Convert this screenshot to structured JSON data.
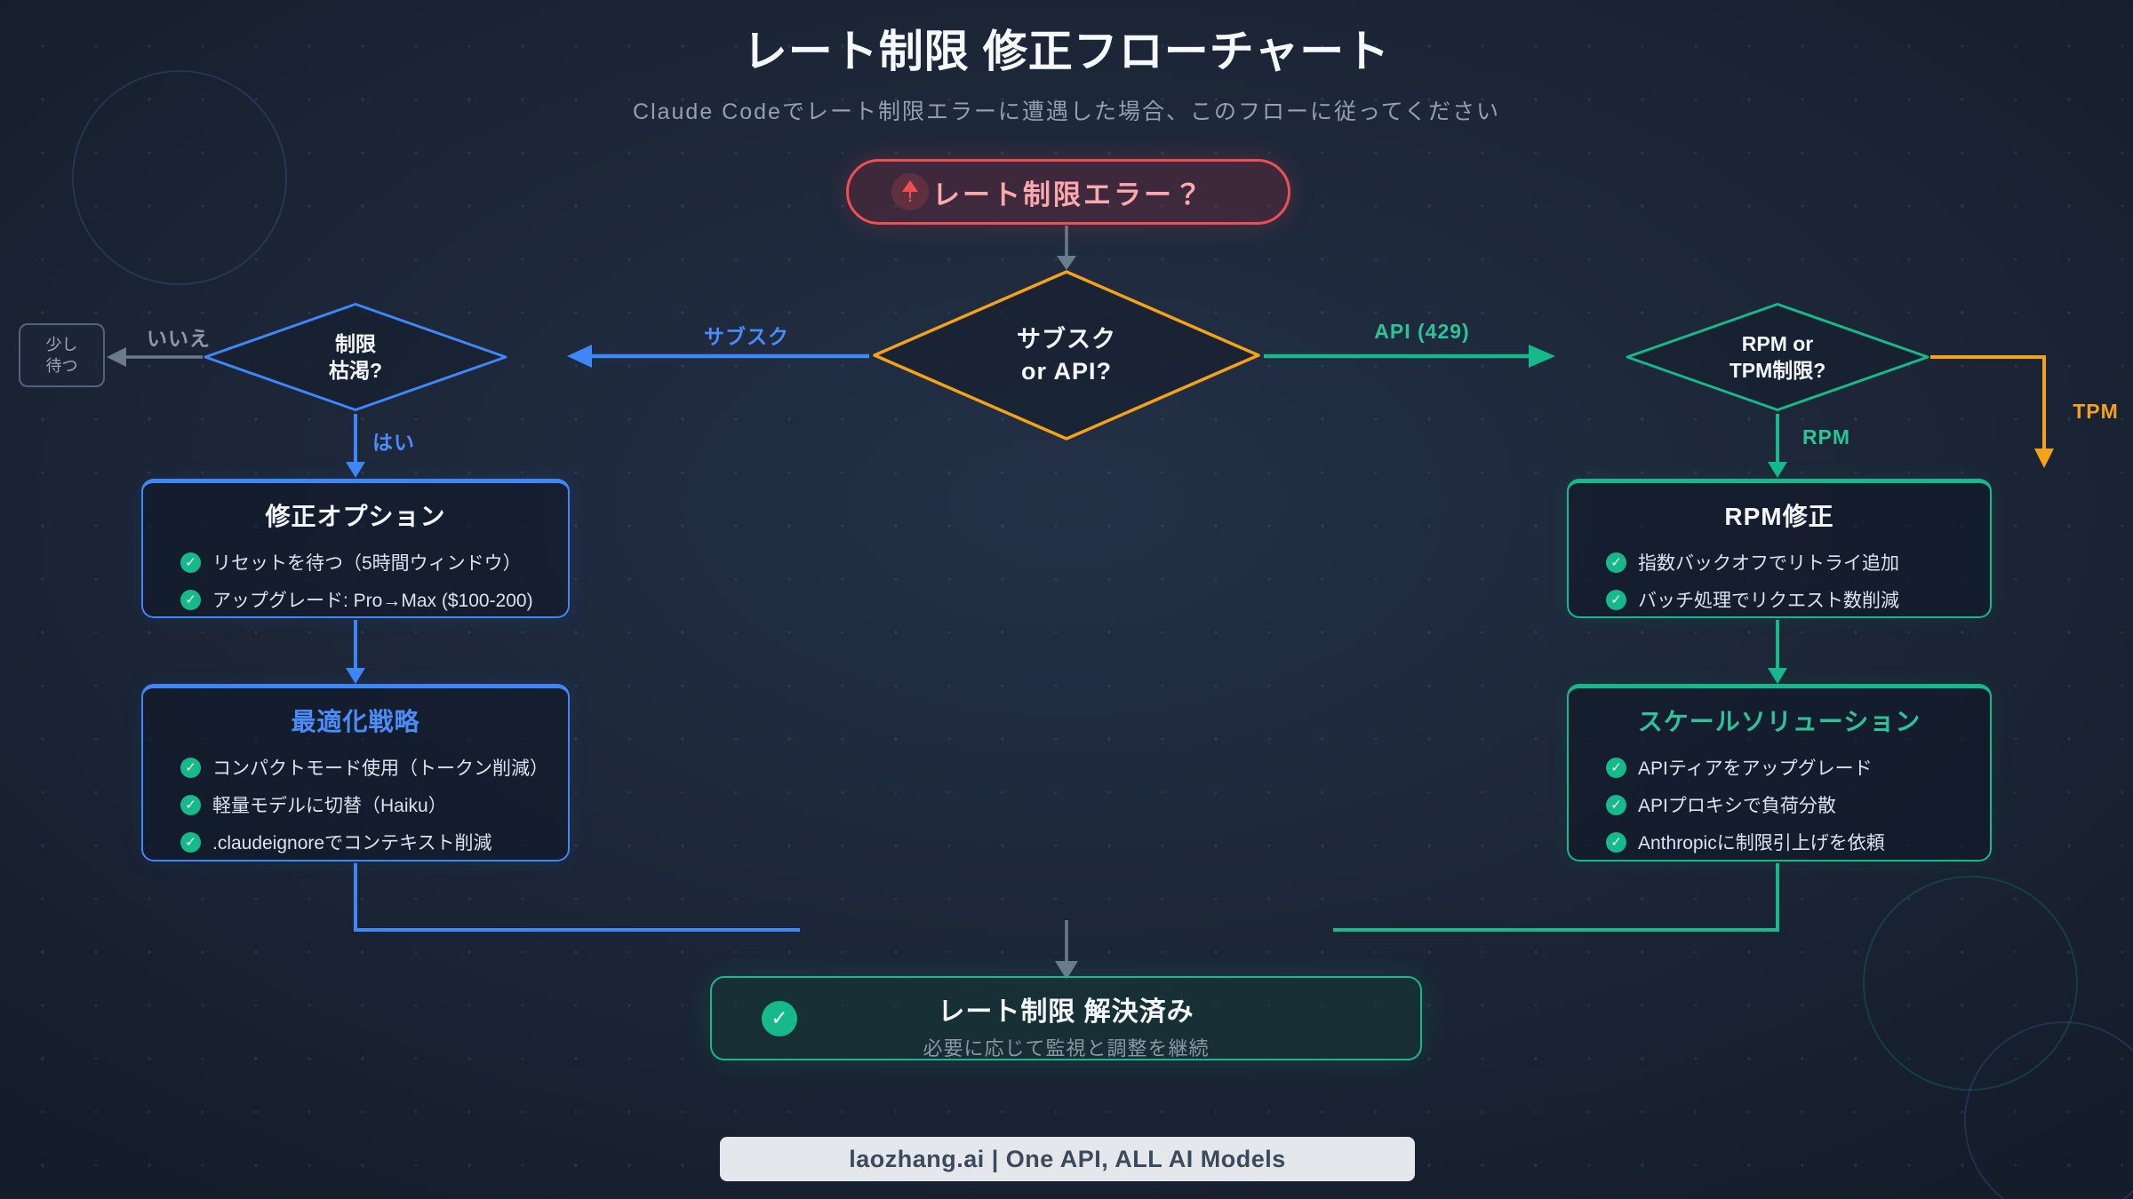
{
  "title": "レート制限 修正フローチャート",
  "subtitle": "Claude Codeでレート制限エラーに遭遇した場合、このフローに従ってください",
  "colors": {
    "background": "#1c2637",
    "red": "#ef4f52",
    "blue": "#3f86f6",
    "green": "#16b98a",
    "orange": "#f5a219",
    "gray_arrow": "#6b7a8d",
    "text": "#f4f7fa",
    "muted": "#8b97a8"
  },
  "nodes": {
    "start": {
      "label": "レート制限エラー？",
      "icon": "warning-icon"
    },
    "decision_main": {
      "line1": "サブスク",
      "line2": "or API?"
    },
    "decision_left": {
      "line1": "制限",
      "line2": "枯渇?"
    },
    "decision_right": {
      "line1": "RPM or",
      "line2": "TPM制限?"
    },
    "wait": {
      "line1": "少し",
      "line2": "待つ"
    },
    "fix_options": {
      "title": "修正オプション",
      "items": [
        "リセットを待つ（5時間ウィンドウ）",
        "アップグレード: Pro→Max ($100-200)"
      ]
    },
    "optimization": {
      "title": "最適化戦略",
      "items": [
        "コンパクトモード使用（トークン削減）",
        "軽量モデルに切替（Haiku）",
        ".claudeignoreでコンテキスト削減"
      ]
    },
    "rpm_fix": {
      "title": "RPM修正",
      "items": [
        "指数バックオフでリトライ追加",
        "バッチ処理でリクエスト数削減"
      ]
    },
    "scale_solutions": {
      "title": "スケールソリューション",
      "items": [
        "APIティアをアップグレード",
        "APIプロキシで負荷分散",
        "Anthropicに制限引上げを依頼"
      ]
    },
    "resolved": {
      "title": "レート制限 解決済み",
      "subtitle": "必要に応じて監視と調整を継続"
    }
  },
  "edge_labels": {
    "subscription": "サブスク",
    "api": "API (429)",
    "no": "いいえ",
    "yes": "はい",
    "rpm": "RPM",
    "tpm": "TPM"
  },
  "check_glyph": "✓",
  "footer": "laozhang.ai | One API, ALL AI Models"
}
